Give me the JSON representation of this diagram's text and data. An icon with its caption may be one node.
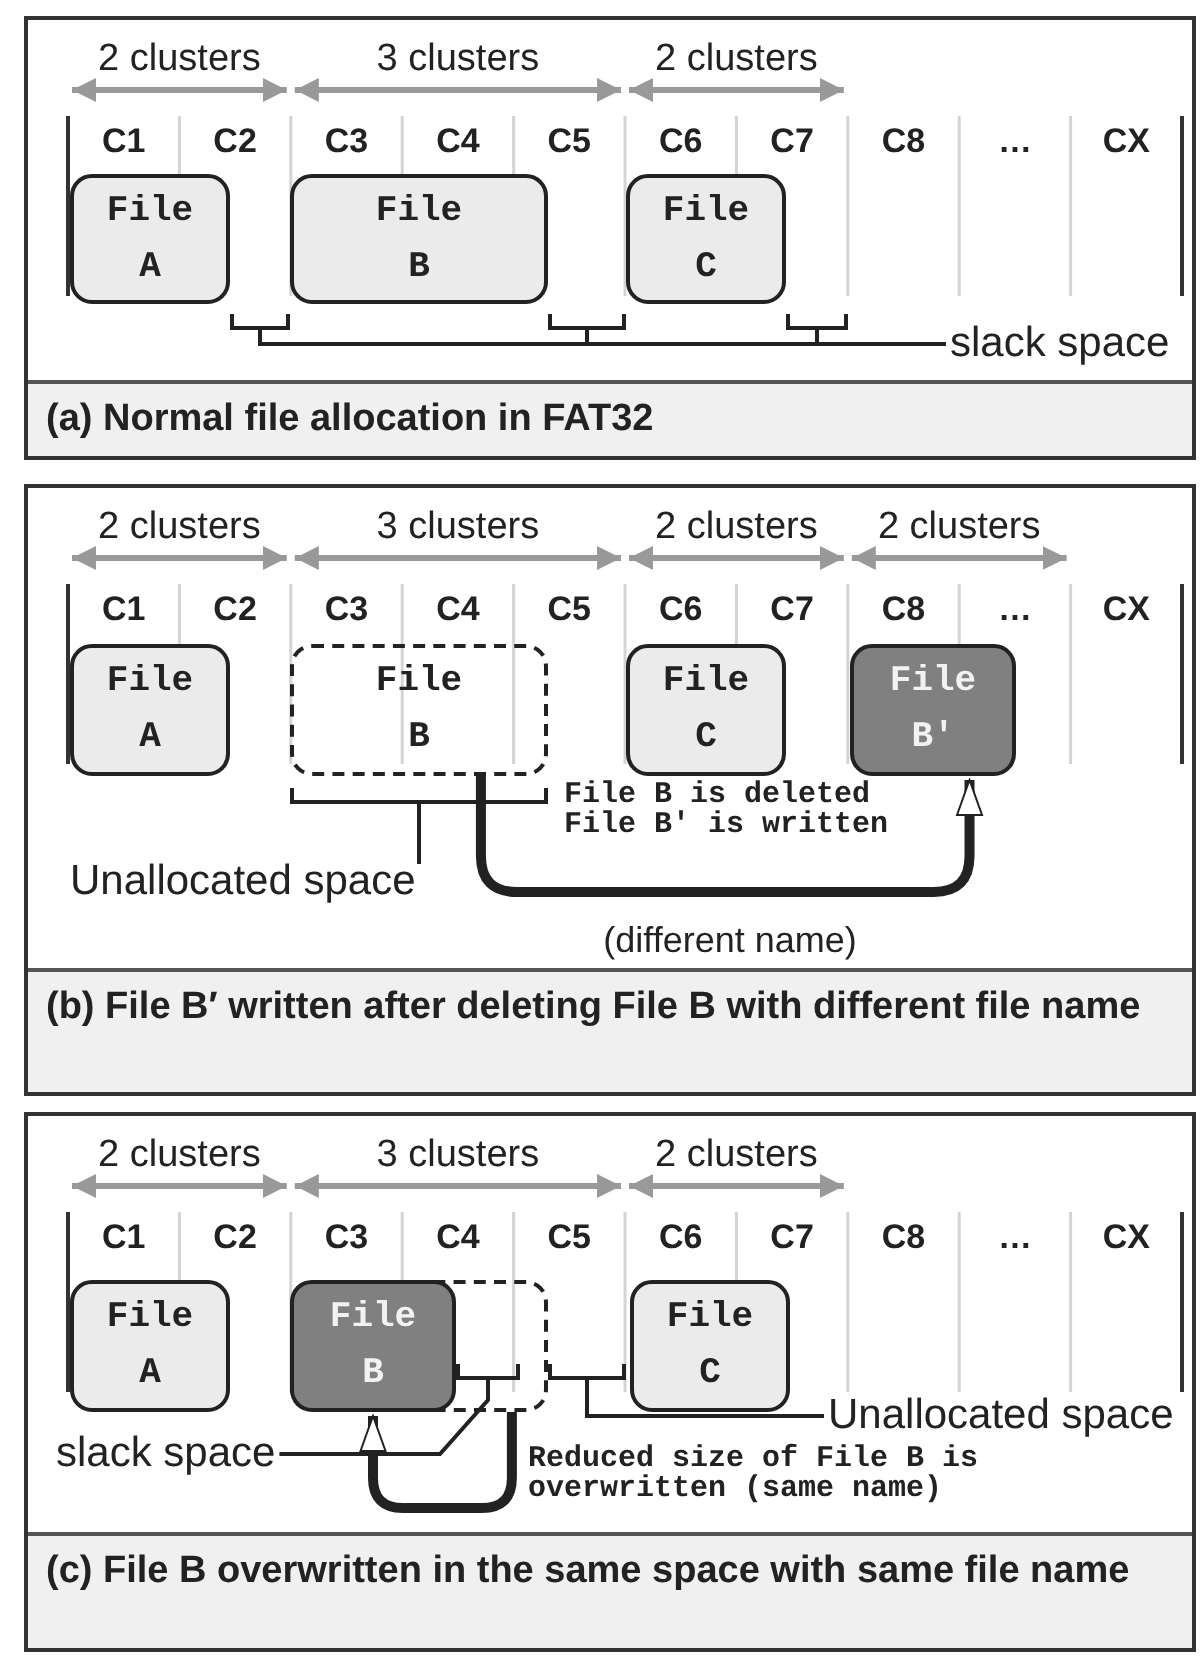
{
  "diagram": {
    "nodes": [
      {
        "text": [
          "(a) Normal file allocation in FAT32"
        ]
      },
      {
        "text": [
          "File A"
        ],
        "in": 0
      },
      {
        "text": [
          "File B"
        ],
        "in": 0
      },
      {
        "text": [
          "File C"
        ],
        "in": 0
      },
      {
        "text": [],
        "shape": "bracket",
        "in": 0
      },
      {
        "text": [],
        "shape": "bracket",
        "in": 0
      },
      {
        "text": [],
        "shape": "bracket",
        "in": 0
      },
      {
        "text": [
          "slack space"
        ],
        "in": 0
      },
      {
        "text": [
          "(b) File B′ written after deleting File B with different file name"
        ]
      },
      {
        "text": [
          "File A"
        ],
        "in": 8
      },
      {
        "text": [
          "File B"
        ],
        "in": 8
      },
      {
        "text": [
          "File C"
        ],
        "in": 8
      },
      {
        "text": [
          "File B′"
        ],
        "in": 8
      },
      {
        "text": [],
        "shape": "bracket",
        "in": 8
      },
      {
        "text": [
          "Unallocated space"
        ],
        "in": 8
      },
      {
        "text": [
          "(c) File B overwritten in the same space with same file name"
        ]
      },
      {
        "text": [
          "File A"
        ],
        "in": 15
      },
      {
        "text": [],
        "shape": "box",
        "in": 15
      },
      {
        "text": [
          "File B"
        ],
        "in": 17
      },
      {
        "text": [],
        "shape": "bracket",
        "in": 17
      },
      {
        "text": [
          "File C"
        ],
        "in": 15
      },
      {
        "text": [],
        "shape": "bracket",
        "in": 15
      },
      {
        "text": [
          "Unallocated space"
        ],
        "in": 15
      },
      {
        "text": [
          "slack space"
        ],
        "in": 15
      }
    ],
    "edges": [
      {
        "from": 7,
        "to": 4,
        "arrow": "none"
      },
      {
        "from": 7,
        "to": 5,
        "arrow": "none"
      },
      {
        "from": 7,
        "to": 6,
        "arrow": "none"
      },
      {
        "from": 10,
        "to": 12,
        "arrow": "to",
        "style": "thick"
      },
      {
        "from": 14,
        "to": 13,
        "arrow": "none"
      },
      {
        "from": 17,
        "to": 18,
        "arrow": "to",
        "style": "thick"
      },
      {
        "from": 22,
        "to": 21,
        "arrow": "none"
      },
      {
        "from": 23,
        "to": 19,
        "arrow": "none"
      }
    ],
    "labels": [
      "2 clusters",
      "3 clusters",
      "2 clusters",
      "C1",
      "C2",
      "C3",
      "C4",
      "C5",
      "C6",
      "C7",
      "C8",
      "…",
      "CX",
      "2 clusters",
      "3 clusters",
      "2 clusters",
      "2 clusters",
      "C1",
      "C2",
      "C3",
      "C4",
      "C5",
      "C6",
      "C7",
      "C8",
      "…",
      "CX",
      "File B is deleted File B′ is written",
      "(different name)",
      "2 clusters",
      "3 clusters",
      "2 clusters",
      "C1",
      "C2",
      "C3",
      "C4",
      "C5",
      "C6",
      "C7",
      "C8",
      "…",
      "CX",
      "Reduced size of File B is overwritten (same name)"
    ]
  }
}
